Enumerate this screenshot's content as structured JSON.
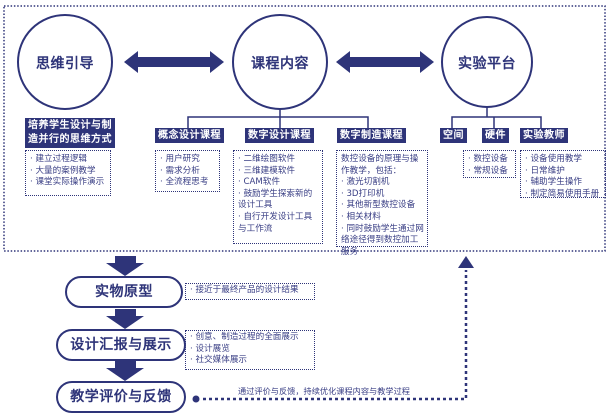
{
  "colors": {
    "primary": "#2e3479",
    "text": "#3a3f85",
    "background": "#ffffff"
  },
  "top": {
    "circles": [
      {
        "label": "思维引导"
      },
      {
        "label": "课程内容"
      },
      {
        "label": "实验平台"
      }
    ],
    "thinking": {
      "tag_lines": [
        "培养学生设计与制",
        "造并行的思维方式"
      ],
      "items": [
        "· 建立过程逻辑",
        "· 大量的案例教学",
        "· 课堂实际操作演示"
      ]
    },
    "courses": [
      {
        "tag": "概念设计课程",
        "items": [
          "· 用户研究",
          "· 需求分析",
          "· 全流程思考"
        ]
      },
      {
        "tag": "数字设计课程",
        "items": [
          "· 二维绘图软件",
          "· 三维建模软件",
          "· CAM软件",
          "· 鼓励学生探索新的设计工具",
          "· 自行开发设计工具与工作流"
        ]
      },
      {
        "tag": "数字制造课程",
        "items": [
          "数控设备的原理与操作教学，包括：",
          "· 激光切割机",
          "· 3D打印机",
          "· 其他新型数控设备",
          "· 相关材料",
          "· 同时鼓励学生通过网络途径得到数控加工服务"
        ]
      }
    ],
    "platform": [
      {
        "tag": "空间",
        "items": []
      },
      {
        "tag": "硬件",
        "items": [
          "· 数控设备",
          "· 常规设备"
        ]
      },
      {
        "tag": "实验教师",
        "items": [
          "· 设备使用教学",
          "· 日常维护",
          "· 辅助学生操作",
          "· 制定简易使用手册"
        ]
      }
    ]
  },
  "flow": {
    "steps": [
      {
        "label": "实物原型",
        "notes": [
          "· 接近于最终产品的设计结果"
        ]
      },
      {
        "label": "设计汇报与展示",
        "notes": [
          "· 创意、制造过程的全面展示",
          "· 设计展览",
          "· 社交媒体展示"
        ]
      },
      {
        "label": "教学评价与反馈",
        "notes": []
      }
    ],
    "feedback_text": "通过评价与反馈，持续优化课程内容与教学过程"
  }
}
